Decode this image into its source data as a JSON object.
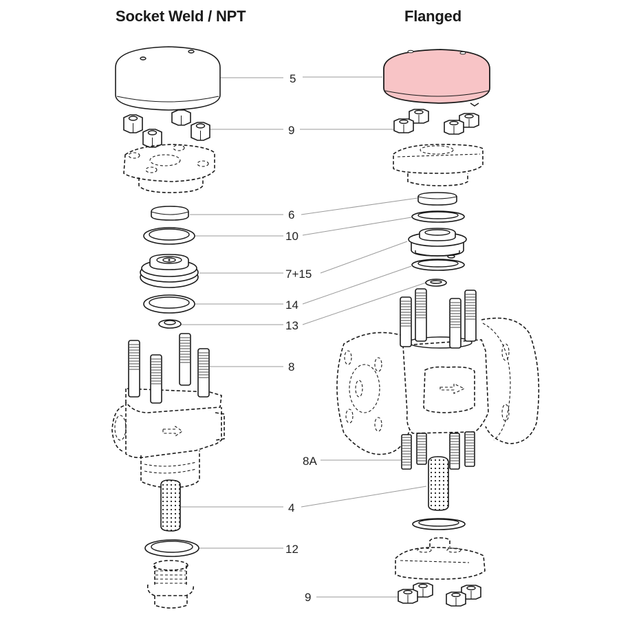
{
  "titles": {
    "left": "Socket Weld / NPT",
    "right": "Flanged"
  },
  "highlight_color": "#F8C4C6",
  "highlighted_part": "5",
  "callouts": [
    {
      "id": "5",
      "label": "5"
    },
    {
      "id": "9-top",
      "label": "9"
    },
    {
      "id": "6",
      "label": "6"
    },
    {
      "id": "10",
      "label": "10"
    },
    {
      "id": "7-15",
      "label": "7+15"
    },
    {
      "id": "14",
      "label": "14"
    },
    {
      "id": "13",
      "label": "13"
    },
    {
      "id": "8",
      "label": "8"
    },
    {
      "id": "8A",
      "label": "8A"
    },
    {
      "id": "4",
      "label": "4"
    },
    {
      "id": "12",
      "label": "12"
    },
    {
      "id": "9-bottom",
      "label": "9"
    }
  ],
  "parts": {
    "left_column": [
      "cap-5",
      "nuts-9",
      "cover-flange",
      "disc-6",
      "gasket-10",
      "piston-7-15",
      "gasket-14",
      "washer-13",
      "studs-8",
      "body-socket-weld",
      "screen-4",
      "gasket-12",
      "plug"
    ],
    "right_column": [
      "cap-5-highlighted",
      "nuts-9",
      "cover-flange",
      "disc-6",
      "gasket-10",
      "piston-7-15",
      "gasket-14",
      "washer-13",
      "studs-8",
      "body-flanged",
      "studs-8A",
      "screen-4",
      "gasket",
      "bottom-cover",
      "nuts-9"
    ]
  }
}
